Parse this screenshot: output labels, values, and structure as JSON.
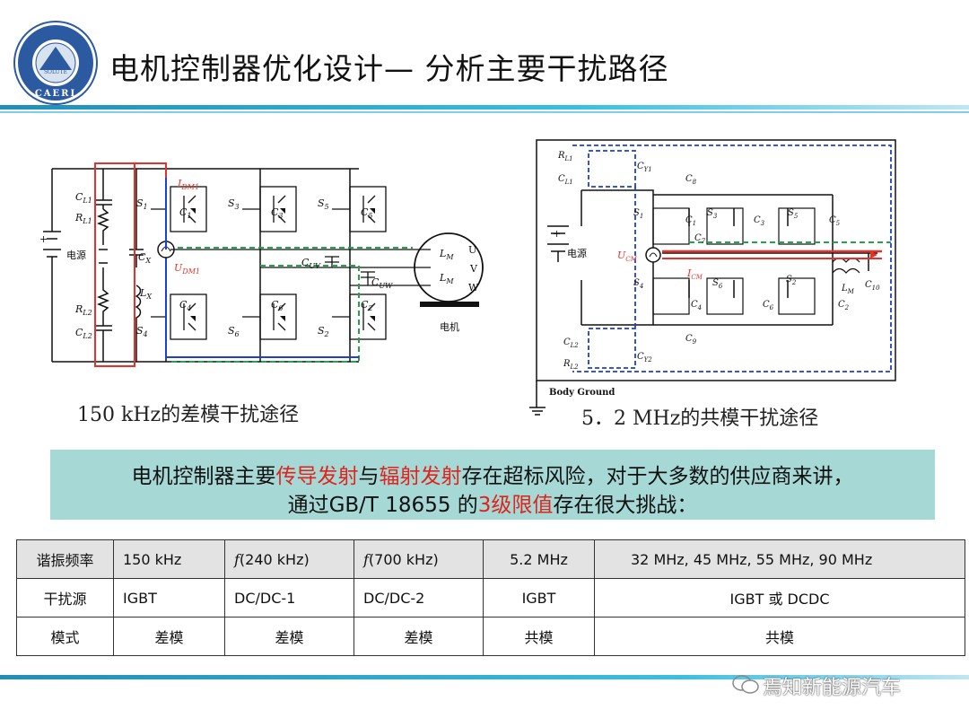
{
  "header": {
    "title": "电机控制器优化设计— 分析主要干扰路径",
    "logo_text": "CAERI",
    "logo_sub": "SOLUTE"
  },
  "figure_left": {
    "caption": "150  kHz的差模干扰途径",
    "labels": {
      "cl1": "C",
      "cl1_sub": "L1",
      "rl1": "R",
      "rl1_sub": "L1",
      "source": "电源",
      "rl2": "R",
      "rl2_sub": "L2",
      "cl2": "C",
      "cl2_sub": "L2",
      "cx": "C",
      "cx_sub": "X",
      "lx": "L",
      "lx_sub": "X",
      "idm": "I",
      "idm_sub": "DM1",
      "udm": "U",
      "udm_sub": "DM1",
      "s1": "S",
      "s1_sub": "1",
      "c1": "C",
      "c1_sub": "1",
      "s3": "S",
      "s3_sub": "3",
      "c3": "C",
      "c3_sub": "3",
      "s5": "S",
      "s5_sub": "5",
      "c5": "C",
      "c5_sub": "5",
      "s4": "S",
      "s4_sub": "4",
      "c4": "C",
      "c4_sub": "4",
      "s6": "S",
      "s6_sub": "6",
      "c6": "C",
      "c6_sub": "6",
      "s2": "S",
      "s2_sub": "2",
      "c2": "C",
      "c2_sub": "2",
      "cuv": "C",
      "cuv_sub": "UV",
      "cuw": "C",
      "cuw_sub": "UW",
      "lm": "L",
      "lm_sub": "M",
      "u": "U",
      "v": "V",
      "w": "W",
      "motor": "电机",
      "plus": "+"
    }
  },
  "figure_right": {
    "caption": "5．2  MHz的共模干扰途径",
    "labels": {
      "rl1": "R",
      "rl1_sub": "L1",
      "cl1": "C",
      "cl1_sub": "L1",
      "cy1": "C",
      "cy1_sub": "Y1",
      "c8": "C",
      "c8_sub": "8",
      "source": "电源",
      "ucm": "U",
      "ucm_sub": "CM",
      "icm": "I",
      "icm_sub": "CM",
      "c7": "C",
      "c7_sub": "7",
      "cl2": "C",
      "cl2_sub": "L2",
      "rl2": "R",
      "rl2_sub": "L2",
      "cy2": "C",
      "cy2_sub": "Y2",
      "c9": "C",
      "c9_sub": "9",
      "c10": "C",
      "c10_sub": "10",
      "lm": "L",
      "lm_sub": "M",
      "s1": "S",
      "s1_sub": "1",
      "c1": "C",
      "c1_sub": "1",
      "s3": "S",
      "s3_sub": "3",
      "c3": "C",
      "c3_sub": "3",
      "s5": "S",
      "s5_sub": "5",
      "c5": "C",
      "c5_sub": "5",
      "s4": "S",
      "s4_sub": "4",
      "c4": "C",
      "c4_sub": "4",
      "s6": "S",
      "s6_sub": "6",
      "c6": "C",
      "c6_sub": "6",
      "s2": "S",
      "s2_sub": "2",
      "c2": "C",
      "c2_sub": "2",
      "ground": "Body Ground",
      "plus": "+"
    }
  },
  "banner": {
    "l1_a": "电机控制器主要",
    "l1_b": "传导发射",
    "l1_c": "与",
    "l1_d": "辐射发射",
    "l1_e": "存在超标风险，对于大多数的供应商来讲，",
    "l2_a": "通过GB/T 18655 的",
    "l2_b": "3级限值",
    "l2_c": "存在很大挑战："
  },
  "table": {
    "r1": [
      "谐振频率",
      "150 kHz",
      "f",
      "(240 kHz)",
      "f",
      "(700 kHz)",
      "5.2 MHz",
      "32 MHz, 45 MHz, 55 MHz, 90 MHz"
    ],
    "r2": [
      "干扰源",
      "IGBT",
      "DC/DC-1",
      "DC/DC-2",
      "IGBT",
      "IGBT 或 DCDC"
    ],
    "r3": [
      "模式",
      "差模",
      "差模",
      "差模",
      "共模",
      "共模"
    ]
  },
  "watermark": "焉知新能源汽车",
  "colors": {
    "accent": "#2aa5cf",
    "highlight_red": "#e0231b",
    "banner_bg": "#a6d8d6",
    "dm_red": "#e8302a",
    "dm_green": "#23a34a",
    "dm_blue": "#1d3fd6"
  }
}
